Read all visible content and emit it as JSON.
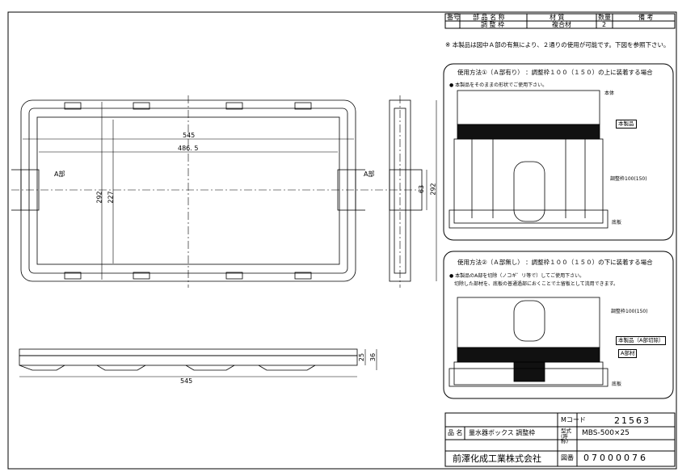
{
  "parts_table": {
    "headers": {
      "no": "番号",
      "name": "部 品 名 称",
      "material": "材 質",
      "qty": "数量",
      "remarks": "備 考"
    },
    "rows": [
      {
        "no": "",
        "name": "調 整 枠",
        "material": "複合材",
        "qty": "2",
        "remarks": ""
      }
    ]
  },
  "note": "※ 本製品は図中Ａ部の有無により、２通りの使用が可能です。下図を参照下さい。",
  "usage1": {
    "title": "使用方法①（Ａ部有り） ：調整枠１００（１５０）の上に装着する場合",
    "bullet": "● 本製品をそのままの形状でご使用下さい。",
    "labels": {
      "body": "本体",
      "product": "本製品",
      "frame": "調整枠100(150)",
      "base": "底板"
    }
  },
  "usage2": {
    "title": "使用方法②（Ａ部無し） ：調整枠１００（１５０）の下に装着する場合",
    "bullet1": "● 本製品のA部を切除（ノコギ゛リ等で）してご使用下さい。",
    "bullet2": "切除した部材を、底板の普通過部におくことで土留板として流用できます。",
    "labels": {
      "frame": "調整枠100(150)",
      "product": "本製品（A部切除）",
      "partA": "A部材",
      "base": "底板"
    }
  },
  "drawing": {
    "dim_545_top": "545",
    "dim_486": "486. 5",
    "dim_292_left": "292",
    "dim_227": "227",
    "partA_left": "A部",
    "partA_right": "A部",
    "dim_63": "63",
    "dim_292_side": "292",
    "dim_545_bottom": "545",
    "dim_25": "25",
    "dim_36": "36"
  },
  "title_block": {
    "mcode_label": "Mコード",
    "mcode_value": "21563",
    "name_label": "品 名",
    "name_value": "量水器ボックス 調整枠",
    "model_label": "型式(呼称)",
    "model_value": "MBS-500×25",
    "company": "前澤化成工業株式会社",
    "drawing_no_label": "図番",
    "drawing_no_value": "07000076"
  }
}
